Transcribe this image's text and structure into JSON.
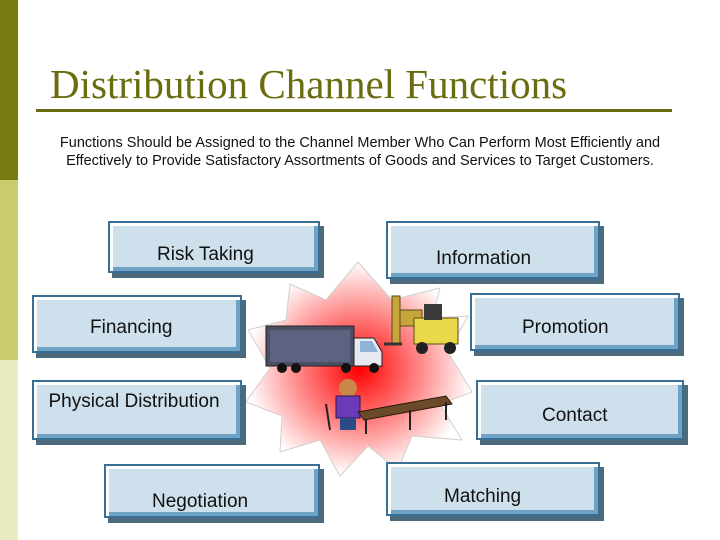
{
  "slide": {
    "title": "Distribution Channel Functions",
    "subtitle": "Functions Should be Assigned to the Channel Member Who Can Perform Most Efficiently and Effectively to Provide Satisfactory Assortments of Goods and Services to Target Customers."
  },
  "functions": {
    "risk_taking": "Risk Taking",
    "information": "Information",
    "financing": "Financing",
    "promotion": "Promotion",
    "physical_distribution": "Physical Distribution",
    "contact": "Contact",
    "negotiation": "Negotiation",
    "matching": "Matching"
  },
  "colors": {
    "sidebar_dark": "#7a7a12",
    "sidebar_mid": "#c8cc6a",
    "sidebar_light": "#e8ecc0",
    "title": "#6b6b10",
    "box_fill": "#cde0ec",
    "box_border": "#3a6f95",
    "starburst_center": "#ff0000"
  },
  "icons": {
    "truck": "semi-truck-icon",
    "forklift": "forklift-icon",
    "conveyor": "conveyor-worker-icon"
  }
}
